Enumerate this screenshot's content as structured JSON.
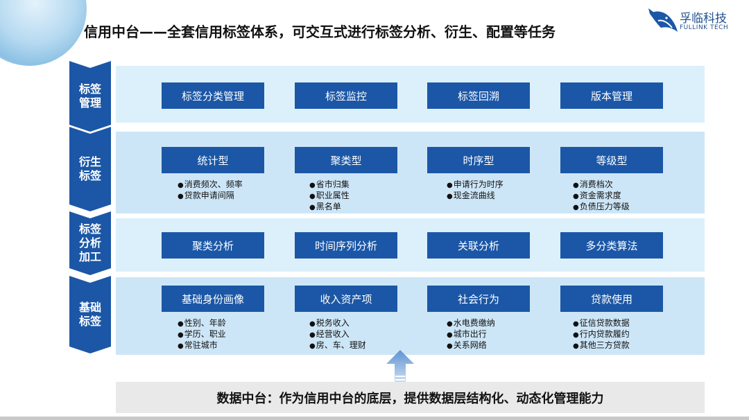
{
  "title": "信用中台——全套信用标签体系，可交互式进行标签分析、衍生、配置等任务",
  "logo": {
    "cn": "孚临科技",
    "en": "FULLINK TECH"
  },
  "layers": [
    {
      "label": "标签管理",
      "label_lines": [
        "标签",
        "管理"
      ],
      "boxes": [
        {
          "label": "标签分类管理",
          "bullets": []
        },
        {
          "label": "标签监控",
          "bullets": []
        },
        {
          "label": "标签回溯",
          "bullets": []
        },
        {
          "label": "版本管理",
          "bullets": []
        }
      ]
    },
    {
      "label": "衍生标签",
      "label_lines": [
        "衍生",
        "标签"
      ],
      "boxes": [
        {
          "label": "统计型",
          "bullets": [
            "消费频次、频率",
            "贷款申请间隔"
          ]
        },
        {
          "label": "聚类型",
          "bullets": [
            "省市归集",
            "职业属性",
            "黑名单"
          ]
        },
        {
          "label": "时序型",
          "bullets": [
            "申请行为时序",
            "现金流曲线"
          ]
        },
        {
          "label": "等级型",
          "bullets": [
            "消费档次",
            "资金需求度",
            "负债压力等级"
          ]
        }
      ]
    },
    {
      "label": "标签分析加工",
      "label_lines": [
        "标签",
        "分析",
        "加工"
      ],
      "boxes": [
        {
          "label": "聚类分析",
          "bullets": []
        },
        {
          "label": "时间序列分析",
          "bullets": []
        },
        {
          "label": "关联分析",
          "bullets": []
        },
        {
          "label": "多分类算法",
          "bullets": []
        }
      ]
    },
    {
      "label": "基础标签",
      "label_lines": [
        "基础",
        "标签"
      ],
      "boxes": [
        {
          "label": "基础身份画像",
          "bullets": [
            "性别、年龄",
            "学历、职业",
            "常驻城市"
          ]
        },
        {
          "label": "收入资产项",
          "bullets": [
            "税务收入",
            "经营收入",
            "房、车、理财"
          ]
        },
        {
          "label": "社会行为",
          "bullets": [
            "水电费缴纳",
            "城市出行",
            "关系网络"
          ]
        },
        {
          "label": "贷款使用",
          "bullets": [
            "征信贷款数据",
            "行内贷款履约",
            "其他三方贷款"
          ]
        }
      ]
    }
  ],
  "footer": "数据中台：作为信用中台的底层，提供数据层结构化、动态化管理能力",
  "colors": {
    "primary": "#1b57a6",
    "band_light": "#dcf0fb",
    "band_mid": "#cde6f7",
    "footer_bg": "#e9e9e9"
  },
  "icons": {
    "logo": "fish-logo-icon",
    "arrow": "up-arrow-icon"
  }
}
